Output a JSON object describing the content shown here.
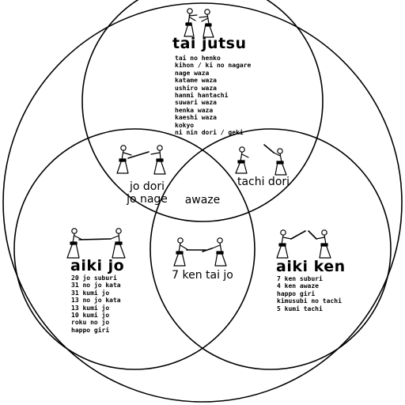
{
  "diagram": {
    "sets": [
      {
        "id": "tai-jutsu",
        "title": "tai jutsu",
        "items": [
          "tai no henko",
          "kihon / ki no nagare",
          "nage waza",
          "katame waza",
          "ushiro waza",
          "hanmi hantachi",
          "suwari waza",
          "henka waza",
          "kaeshi waza",
          "kokyo",
          "ni nin dori / geki"
        ]
      },
      {
        "id": "aiki-jo",
        "title": "aiki jo",
        "items": [
          "20 jo suburi",
          "31 no jo kata",
          "31 kumi jo",
          "13 no jo kata",
          "13 kumi jo",
          "10 kumi jo",
          "roku no jo",
          "happo giri"
        ]
      },
      {
        "id": "aiki-ken",
        "title": "aiki ken",
        "items": [
          "7 ken suburi",
          "4 ken awaze",
          "happo giri",
          "kimusubi no tachi",
          "5 kumi tachi"
        ]
      }
    ],
    "intersections": {
      "jo_dori_line1": "jo dori",
      "jo_dori_line2": "jo nage",
      "tachi_dori": "tachi dori",
      "ken_tai_jo": "7 ken tai jo",
      "awaze": "awaze"
    }
  }
}
